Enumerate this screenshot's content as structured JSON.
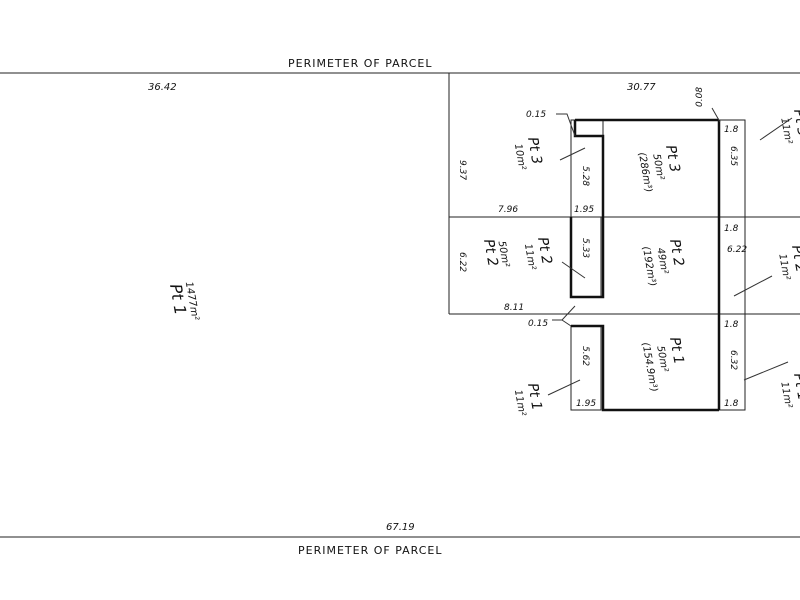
{
  "headings": {
    "top": "PERIMETER   OF   PARCEL",
    "bottom": "PERIMETER   OF   PARCEL"
  },
  "dimensions": {
    "top_left": "36.42",
    "top_right": "30.77",
    "bottom": "67.19",
    "d_0_15_top": "0.15",
    "d_0_08": "0.08",
    "d_9_37": "9.37",
    "d_7_96": "7.96",
    "d_5_28": "5.28",
    "d_1_95_top": "1.95",
    "d_6_22_left": "6.22",
    "d_8_11": "8.11",
    "d_5_33": "5.33",
    "d_0_15_mid": "0.15",
    "d_5_62": "5.62",
    "d_1_95_bottom": "1.95",
    "d_1_8_a": "1.8",
    "d_6_35": "6.35",
    "d_1_8_b": "1.8",
    "d_6_22_right": "6.22",
    "d_1_8_c": "1.8",
    "d_6_32": "6.32",
    "d_1_8_d": "1.8"
  },
  "lots": {
    "big_pt1": {
      "label": "Pt 1",
      "area": "1477m²"
    },
    "pt3_left": {
      "label": "Pt 3",
      "area": "10m²"
    },
    "pt2_left": {
      "label": "Pt 2",
      "area": "50m²"
    },
    "pt2_mid": {
      "label": "Pt 2",
      "area": "11m²"
    },
    "pt1_bottom": {
      "label": "Pt 1",
      "area": "11m²"
    },
    "pt3_box": {
      "label": "Pt 3",
      "area": "50m²",
      "extra": "(286m³)"
    },
    "pt2_box": {
      "label": "Pt 2",
      "area": "49m²",
      "extra": "(192m³)"
    },
    "pt1_box": {
      "label": "Pt 1",
      "area": "50m²",
      "extra": "(154.9m³)"
    },
    "right_top": {
      "label": "Pt 3",
      "area": "11m²"
    },
    "right_mid": {
      "label": "Pt 2",
      "area": "11m²"
    },
    "right_bot": {
      "label": "Pt 1",
      "area": "11m²"
    }
  }
}
